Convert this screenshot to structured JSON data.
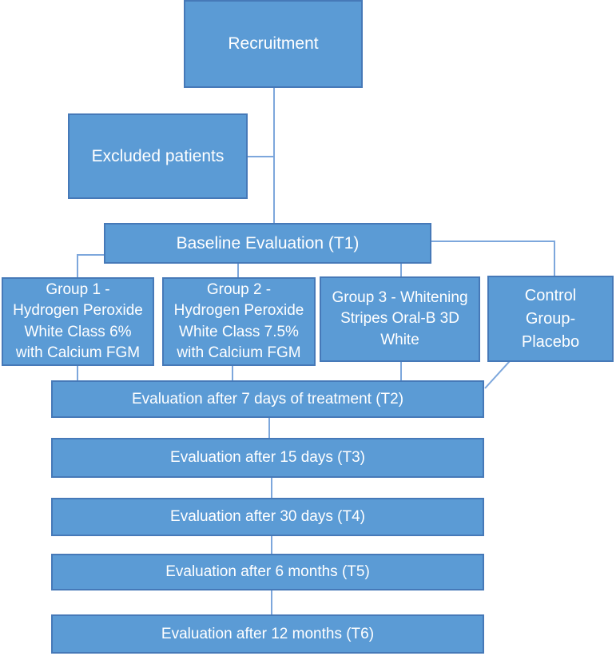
{
  "diagram": {
    "type": "flowchart",
    "colors": {
      "box_fill": "#5b9bd5",
      "box_border": "#4679b8",
      "connector": "#7da7dc",
      "text": "#ffffff",
      "background": "#ffffff"
    },
    "nodes": {
      "recruitment": "Recruitment",
      "excluded": "Excluded patients",
      "baseline": "Baseline Evaluation (T1)",
      "group1": "Group 1 -\nHydrogen Peroxide\nWhite Class 6%\nwith Calcium FGM",
      "group2": "Group 2 -\nHydrogen Peroxide\nWhite Class 7.5%\nwith Calcium FGM",
      "group3": "Group 3 - Whitening\nStripes Oral-B 3D\nWhite",
      "control": "Control\nGroup-\nPlacebo",
      "t2": "Evaluation after 7 days of treatment (T2)",
      "t3": "Evaluation after 15 days (T3)",
      "t4": "Evaluation after 30 days (T4)",
      "t5": "Evaluation after 6 months (T5)",
      "t6": "Evaluation after 12 months (T6)"
    }
  }
}
